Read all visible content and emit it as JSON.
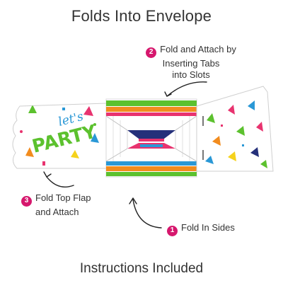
{
  "heading": "Folds Into Envelope",
  "footer": "Instructions Included",
  "art_text": {
    "lets": "let's",
    "party": "PARTY"
  },
  "steps": [
    {
      "number": "2",
      "line1": "Fold and Attach by",
      "line2": "Inserting Tabs",
      "line3": "into Slots"
    },
    {
      "number": "3",
      "line1": "Fold Top Flap",
      "line2": "and Attach"
    },
    {
      "number": "1",
      "line1": "Fold In Sides"
    }
  ],
  "colors": {
    "badge": "#d6176d",
    "green": "#5cc12e",
    "orange": "#f28c1e",
    "pink": "#e8336f",
    "blue": "#2a98d6",
    "navy": "#25307a",
    "yellow": "#f5d21c",
    "text": "#333333"
  }
}
